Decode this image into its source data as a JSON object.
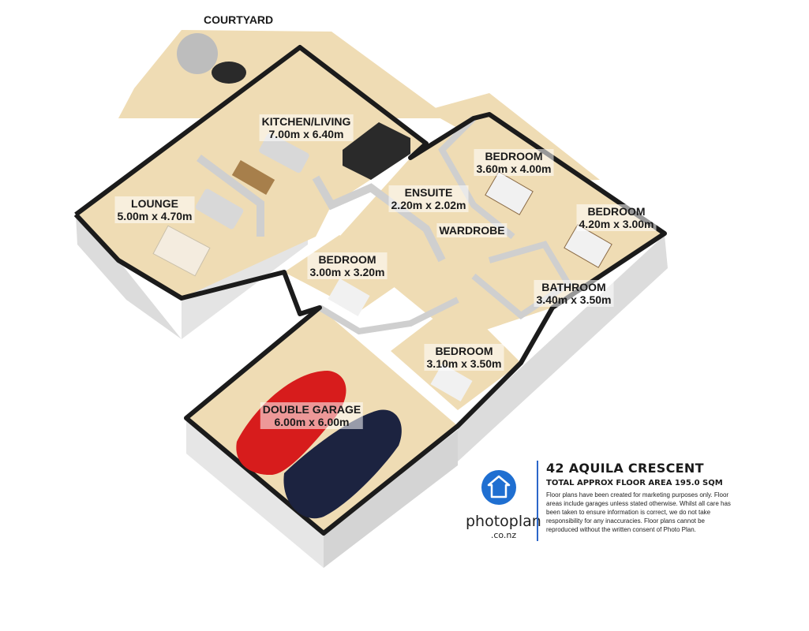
{
  "courtyard": "COURTYARD",
  "rooms": [
    {
      "id": "kitchen",
      "name": "KITCHEN/LIVING",
      "size": "7.00m x 6.40m"
    },
    {
      "id": "lounge",
      "name": "LOUNGE",
      "size": "5.00m x 4.70m"
    },
    {
      "id": "ensuite",
      "name": "ENSUITE",
      "size": "2.20m x 2.02m"
    },
    {
      "id": "wardrobe",
      "name": "WARDROBE",
      "size": ""
    },
    {
      "id": "bedroom1",
      "name": "BEDROOM",
      "size": "3.60m x 4.00m"
    },
    {
      "id": "bedroom2",
      "name": "BEDROOM",
      "size": "4.20m x 3.00m"
    },
    {
      "id": "bedroom3",
      "name": "BEDROOM",
      "size": "3.00m x 3.20m"
    },
    {
      "id": "bathroom",
      "name": "BATHROOM",
      "size": "3.40m x 3.50m"
    },
    {
      "id": "bedroom4",
      "name": "BEDROOM",
      "size": "3.10m x 3.50m"
    },
    {
      "id": "garage",
      "name": "DOUBLE GARAGE",
      "size": "6.00m x 6.00m"
    }
  ],
  "info": {
    "title": "42 AQUILA CRESCENT",
    "subtitle": "TOTAL APPROX FLOOR AREA 195.0 SQM",
    "note": "Floor plans have been created for marketing purposes only. Floor areas include garages unless stated otherwise. Whilst all care has been taken to ensure information is correct, we do not take responsibility for any inaccuracies. Floor plans cannot be reproduced without the written consent of Photo Plan."
  },
  "logo": {
    "word": "photoplan",
    "domain": ".co.nz",
    "color": "#1f6fd1"
  },
  "colors": {
    "floor": "#efdcb4",
    "wall": "#1b1b1b",
    "wall_side": "#d9d9d9",
    "courtyard": "#efdcb4",
    "red_car": "#d71c1c",
    "blue_car": "#1c2340"
  }
}
